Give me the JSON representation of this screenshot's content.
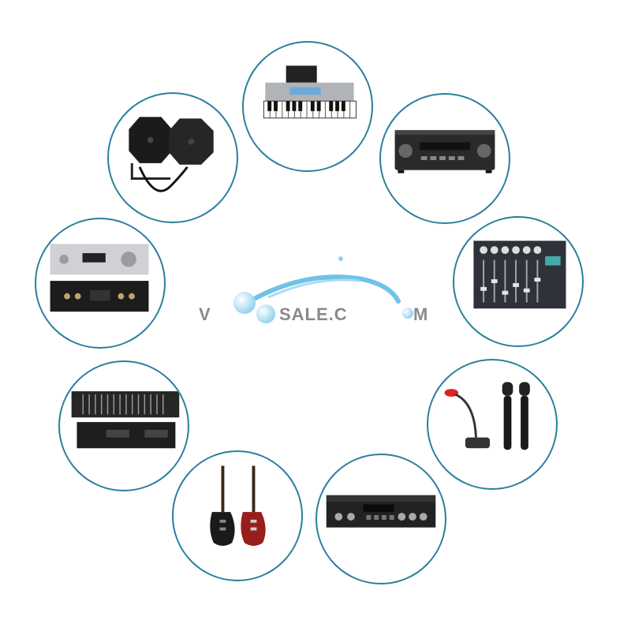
{
  "logo": {
    "letter_v": "V",
    "word_rest": "SALE.C",
    "word_end": "M"
  },
  "products": [
    {
      "name": "keyboard-synthesizer"
    },
    {
      "name": "av-receiver"
    },
    {
      "name": "audio-mixer"
    },
    {
      "name": "wireless-microphones"
    },
    {
      "name": "karaoke-processor"
    },
    {
      "name": "electric-guitars"
    },
    {
      "name": "graphic-equalizer"
    },
    {
      "name": "hi-fi-amplifier"
    },
    {
      "name": "stage-lights"
    }
  ],
  "colors": {
    "ring": "#2a7f9e",
    "logo_arc": "#6fc3e6",
    "logo_text": "#8a8a8a"
  }
}
